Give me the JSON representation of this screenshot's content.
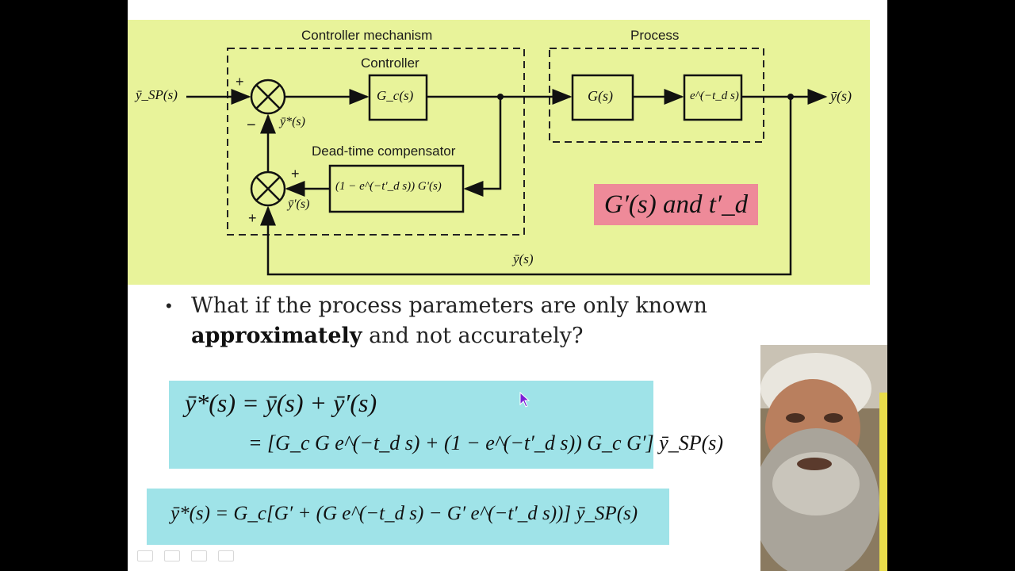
{
  "diagram": {
    "labels": {
      "controller_mechanism": "Controller mechanism",
      "process": "Process",
      "controller": "Controller",
      "dead_time_compensator": "Dead-time compensator"
    },
    "signals": {
      "setpoint": "ȳ_SP(s)",
      "y_star": "ȳ*(s)",
      "y_prime": "ȳ'(s)",
      "output": "ȳ(s)",
      "feedback": "ȳ(s)"
    },
    "blocks": {
      "controller_tf": "G_c(s)",
      "process_tf": "G(s)",
      "delay": "e^(−t_d s)",
      "compensator_tf": "(1 − e^(−t'_d s)) G'(s)"
    },
    "signs": [
      "+",
      "−",
      "+",
      "+"
    ],
    "highlight": "G′(s) and t′_d"
  },
  "bullet": {
    "before": "What if the process parameters are only known ",
    "bold": "approximately",
    "after": " and not accurately?"
  },
  "equations": {
    "eq1_line1": "ȳ*(s) = ȳ(s) + ȳ′(s)",
    "eq1_line2": "= [G_c G e^(−t_d s) + (1 − e^(−t′_d s)) G_c G′] ȳ_SP(s)",
    "eq2": "ȳ*(s) = G_c[G′ + (G e^(−t_d s) − G′ e^(−t′_d s))] ȳ_SP(s)"
  },
  "colors": {
    "diagram_bg": "#e8f39a",
    "highlight_bg": "#ee8a99",
    "equation_bg": "#9fe3e8"
  },
  "icons": [
    "presenter-webcam",
    "slide-nav-icons",
    "mouse-cursor-icon"
  ]
}
